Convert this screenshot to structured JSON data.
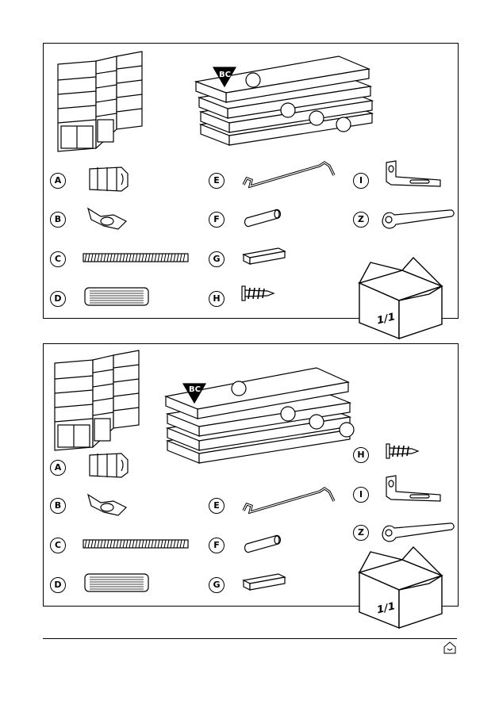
{
  "panel1": {
    "labels": {
      "a": "A",
      "b": "B",
      "c": "C",
      "d": "D",
      "e": "E",
      "f": "F",
      "g": "G",
      "h": "H",
      "i": "I",
      "z": "Z"
    },
    "badge": "BC",
    "box_count": "1/1"
  },
  "panel2": {
    "labels": {
      "a": "A",
      "b": "B",
      "c": "C",
      "d": "D",
      "e": "E",
      "f": "F",
      "g": "G",
      "h": "H",
      "i": "I",
      "z": "Z"
    },
    "badge": "BC",
    "box_count": "1/1"
  },
  "icons": {
    "shelf": "bookshelf-illustration",
    "boards": "board-stack-illustration",
    "box": "cardboard-box-icon",
    "logo": "brand-logo-icon"
  }
}
